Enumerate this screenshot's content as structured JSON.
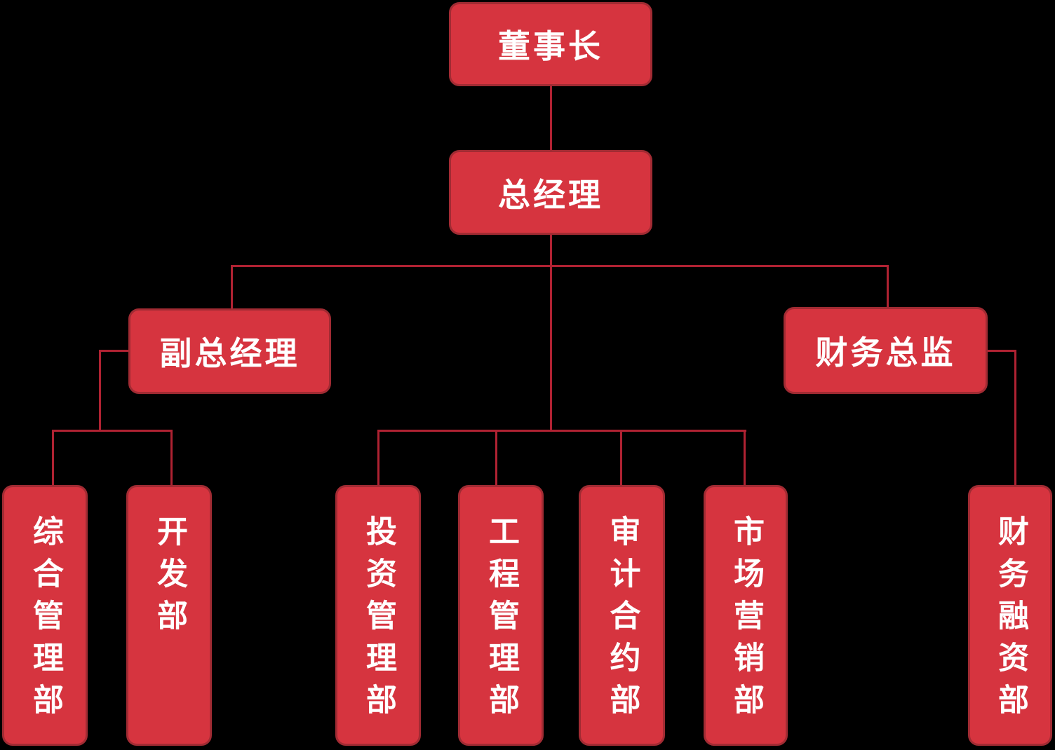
{
  "diagram": {
    "type": "org-chart",
    "colors": {
      "node_fill": "#d6343f",
      "node_border": "#a12b33",
      "connector": "#af2232",
      "text": "#ffffff",
      "bg": "#000000"
    },
    "nodes": {
      "chairman": {
        "label": "董事长",
        "level": 1
      },
      "general_manager": {
        "label": "总经理",
        "level": 2
      },
      "deputy_gm": {
        "label": "副总经理",
        "level": 3
      },
      "finance_director": {
        "label": "财务总监",
        "level": 3
      },
      "general_admin_dept": {
        "label": "综合管理部",
        "level": 4
      },
      "development_dept": {
        "label": "开发部",
        "level": 4
      },
      "investment_mgmt_dept": {
        "label": "投资管理部",
        "level": 4
      },
      "engineering_mgmt_dept": {
        "label": "工程管理部",
        "level": 4
      },
      "audit_contract_dept": {
        "label": "审计合约部",
        "level": 4
      },
      "marketing_dept": {
        "label": "市场营销部",
        "level": 4
      },
      "finance_financing_dept": {
        "label": "财务融资部",
        "level": 4
      }
    }
  }
}
